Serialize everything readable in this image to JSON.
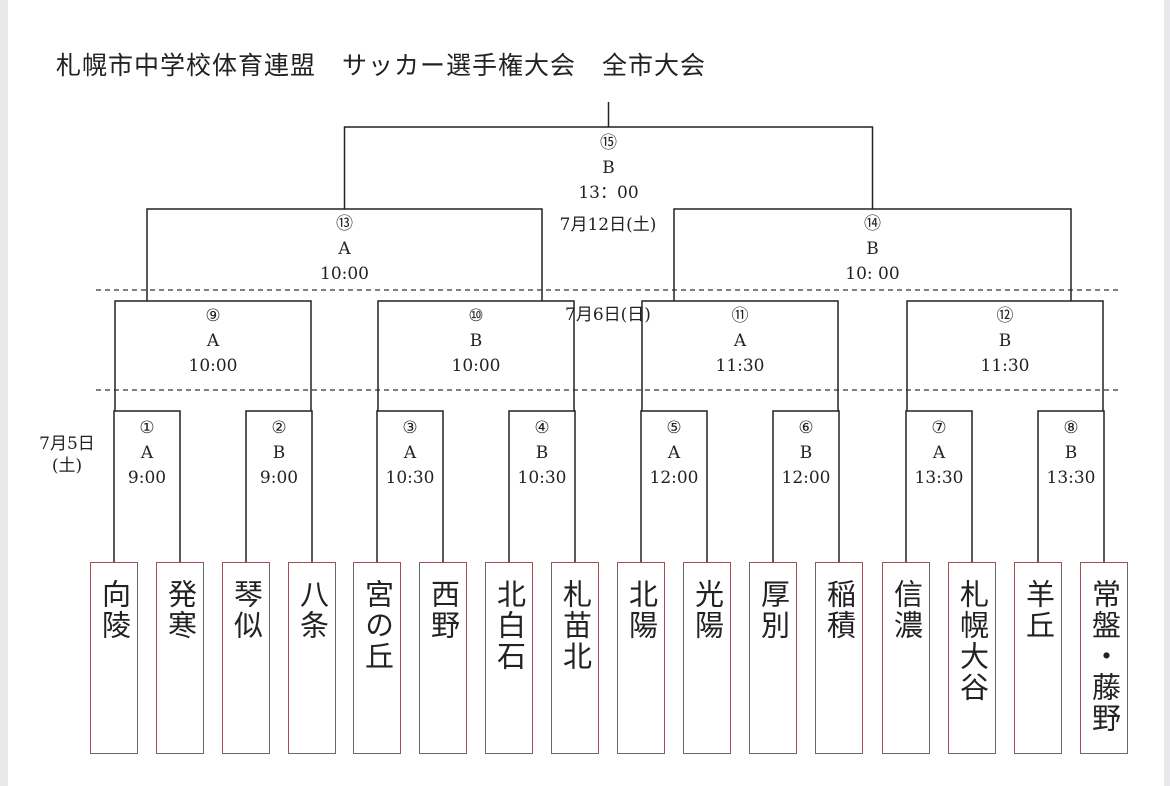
{
  "title": "札幌市中学校体育連盟　サッカー選手権大会　全市大会",
  "dates": {
    "day1": [
      "7月5日",
      "(土)"
    ],
    "day2": "7月6日(日)",
    "final_day": "7月12日(土)"
  },
  "teams": [
    "向陵",
    "発寒",
    "琴似",
    "八条",
    "宮の丘",
    "西野",
    "北白石",
    "札苗北",
    "北陽",
    "光陽",
    "厚別",
    "稲積",
    "信濃",
    "札幌大谷",
    "羊丘",
    "常盤・藤野"
  ],
  "round1": [
    {
      "no": "①",
      "court": "A",
      "time": "9:00"
    },
    {
      "no": "②",
      "court": "B",
      "time": "9:00"
    },
    {
      "no": "③",
      "court": "A",
      "time": "10:30"
    },
    {
      "no": "④",
      "court": "B",
      "time": "10:30"
    },
    {
      "no": "⑤",
      "court": "A",
      "time": "12:00"
    },
    {
      "no": "⑥",
      "court": "B",
      "time": "12:00"
    },
    {
      "no": "⑦",
      "court": "A",
      "time": "13:30"
    },
    {
      "no": "⑧",
      "court": "B",
      "time": "13:30"
    }
  ],
  "round2": [
    {
      "no": "⑨",
      "court": "A",
      "time": "10:00"
    },
    {
      "no": "⑩",
      "court": "B",
      "time": "10:00"
    },
    {
      "no": "⑪",
      "court": "A",
      "time": "11:30"
    },
    {
      "no": "⑫",
      "court": "B",
      "time": "11:30"
    }
  ],
  "semis": [
    {
      "no": "⑬",
      "court": "A",
      "time": "10:00"
    },
    {
      "no": "⑭",
      "court": "B",
      "time": "10: 00"
    }
  ],
  "final": {
    "no": "⑮",
    "court": "B",
    "time": "13：00"
  },
  "colors": {
    "line": "#222222",
    "team_border": "#8a5a5e",
    "dashed": "#555555"
  }
}
